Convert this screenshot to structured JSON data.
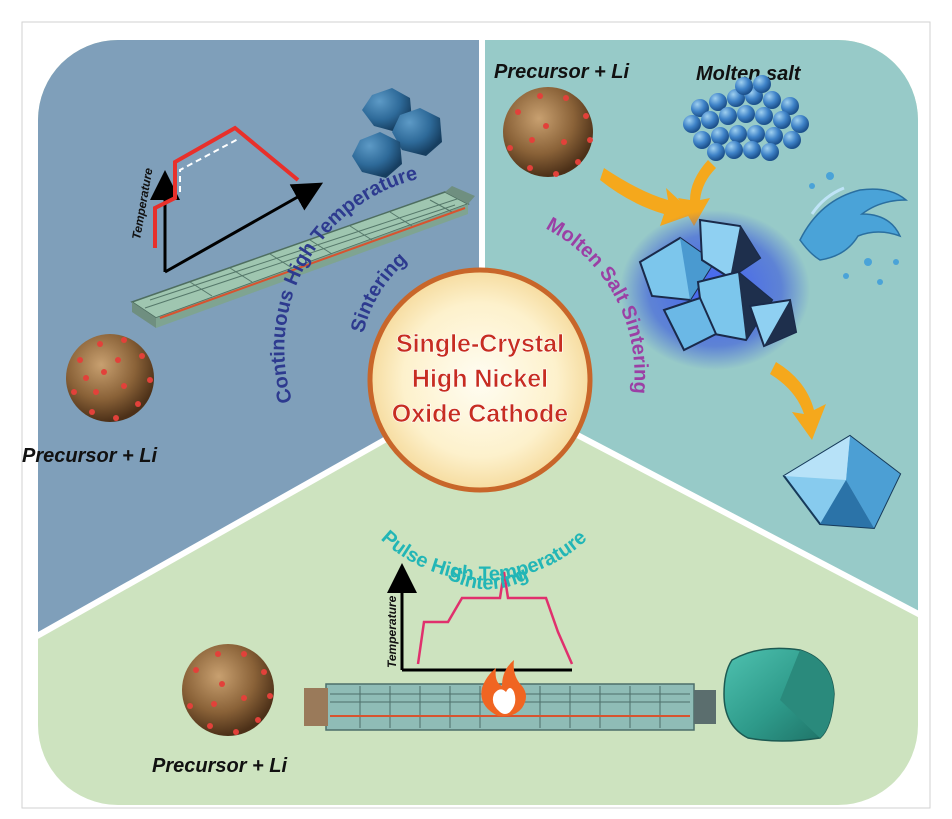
{
  "center": {
    "line1": "Single-Crystal",
    "line2": "High Nickel",
    "line3": "Oxide Cathode"
  },
  "methods": {
    "continuous": {
      "line1": "Continuous High Temperature",
      "line2": "Sintering"
    },
    "molten": {
      "line1": "Molten Salt Sintering"
    },
    "pulse": {
      "line1": "Pulse High Temperature",
      "line2": "Sintering"
    }
  },
  "labels": {
    "precursor_tl": "Precursor + Li",
    "precursor_left": "Precursor + Li",
    "precursor_bottom": "Precursor + Li",
    "molten_salt": "Molten salt",
    "temperature_axis_1": "Temperature",
    "temperature_axis_2": "Temperature"
  },
  "colors": {
    "left_panel": "#7f9fba",
    "right_panel": "#97cac8",
    "bottom_panel": "#cde3bf",
    "center_fill": "#fdf1cc",
    "center_border": "#c8662a",
    "center_text": "#c72d21",
    "continuous_text": "#2d3a8f",
    "molten_text": "#9b3fa5",
    "pulse_text": "#22b6b6",
    "profile_red": "#e8302b",
    "profile_pink": "#e0306d"
  }
}
